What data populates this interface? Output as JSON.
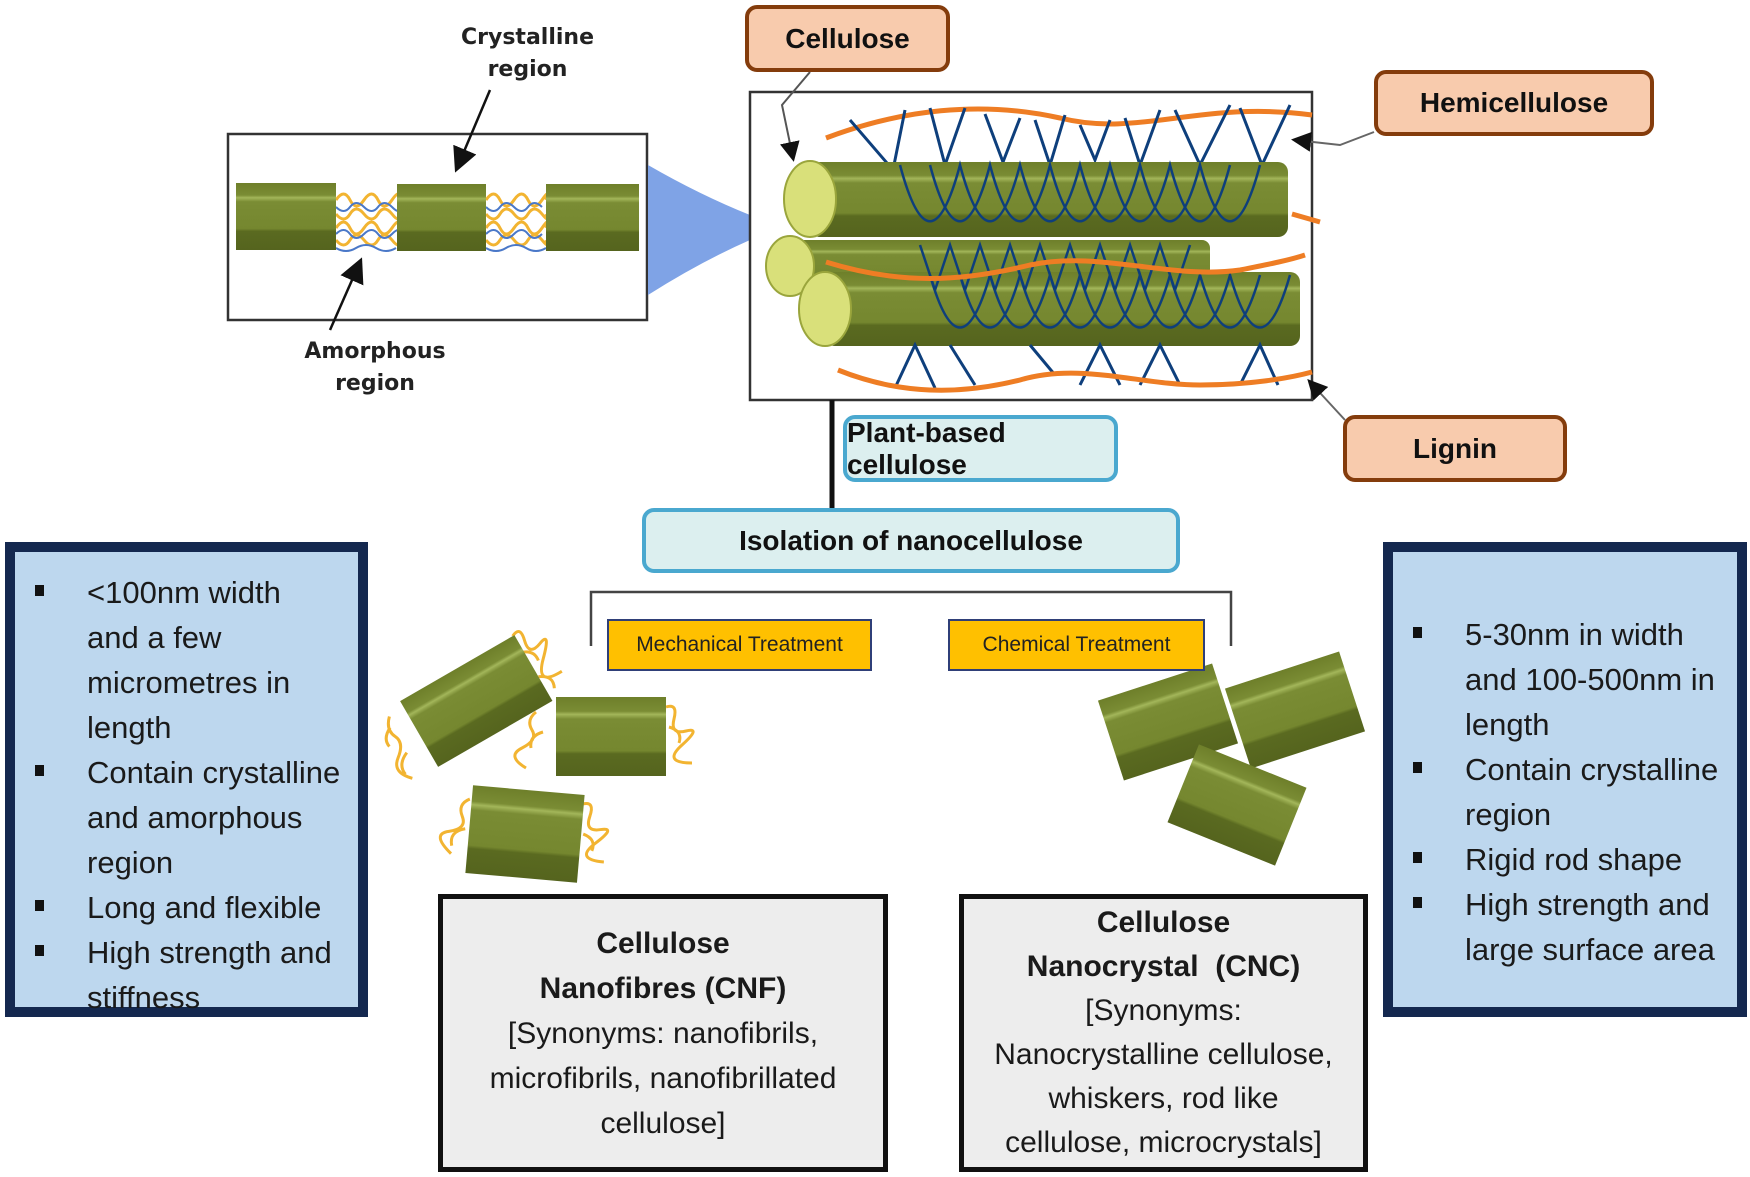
{
  "top_left_panel": {
    "crystalline_label": [
      "Crystalline",
      "region"
    ],
    "amorphous_label": [
      "Amorphous",
      "region"
    ]
  },
  "callouts": {
    "cellulose": "Cellulose",
    "hemicellulose": "Hemicellulose",
    "lignin": "Lignin"
  },
  "flow": {
    "source": "Plant-based  cellulose",
    "process": "Isolation of nanocellulose",
    "treatments": [
      "Mechanical Treatment",
      "Chemical Treatment"
    ]
  },
  "cnf": {
    "title_lines": [
      "Cellulose",
      "Nanofibres (CNF)"
    ],
    "synonym_lines": [
      "[Synonyms: nanofibrils,",
      "microfibrils, nanofibrillated",
      "cellulose]"
    ],
    "properties": [
      "<100nm width and a few micrometres in length",
      "Contain crystalline and amorphous region",
      "Long and flexible",
      "High strength and stiffness"
    ]
  },
  "cnc": {
    "title_lines": [
      "Cellulose",
      "Nanocrystal  (CNC)"
    ],
    "synonym_lines": [
      "[Synonyms:",
      "Nanocrystalline cellulose,",
      "whiskers, rod like",
      "cellulose, microcrystals]"
    ],
    "properties": [
      "5-30nm in width and 100-500nm in length",
      "Contain crystalline region",
      "Rigid rod shape",
      "High strength and large surface area"
    ]
  },
  "colors": {
    "rod_green": "#6e7f2a",
    "rod_dark": "#56651f",
    "rod_light": "#9cae4f",
    "amorphous_yellow": "#f2b431",
    "hemicellulose_blue": "#0e3f7c",
    "lignin_orange": "#ee7d24",
    "funnel_blue": "#7fa3e6"
  }
}
